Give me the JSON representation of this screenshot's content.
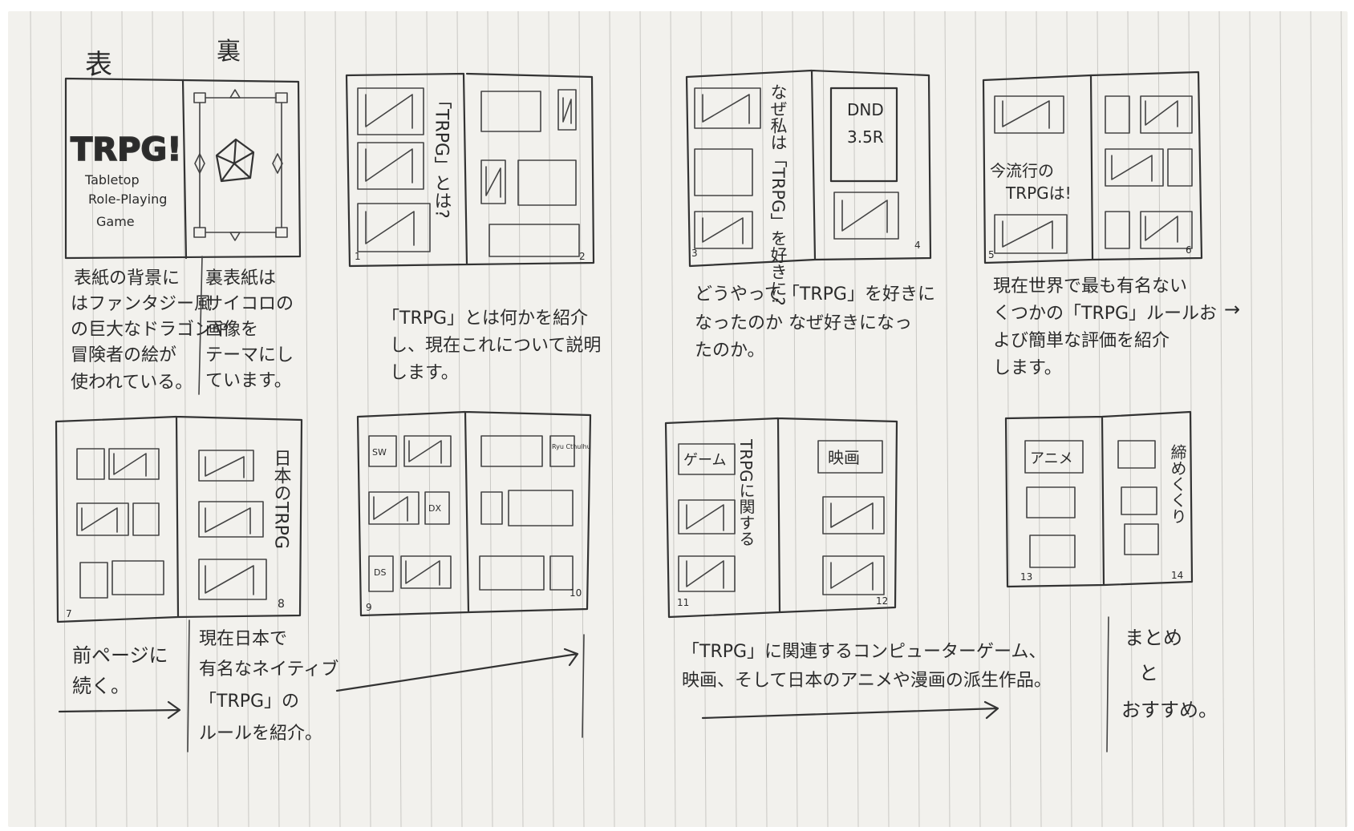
{
  "header": {
    "front": "表",
    "back": "裏"
  },
  "cover": {
    "title": "TRPG!",
    "subtitle_lines": [
      "Tabletop",
      "Role-Playing",
      "Game"
    ],
    "front_note": [
      "表紙の背景に",
      "はファンタジー風",
      "の巨大なドラゴンや",
      "冒険者の絵が",
      "使われている。"
    ],
    "back_note": [
      "裏表紙は",
      "サイコロの",
      "画像を",
      "テーマにし",
      "ています。"
    ]
  },
  "spread1": {
    "vertical_title": "「TRPG」とは?",
    "page_left": "1",
    "page_right": "2",
    "note": [
      "「TRPG」とは何かを紹介",
      "し、現在これについて説明",
      "します。"
    ]
  },
  "spread2": {
    "vertical_title": "なぜ私は「TRPG」を好きに?",
    "box_label_1": "DND",
    "box_label_2": "3.5R",
    "page_left": "3",
    "page_right": "4",
    "note": [
      "どうやって「TRPG」を好きに",
      "なったのか なぜ好きになっ",
      "たのか。"
    ]
  },
  "spread3": {
    "heading": [
      "今流行の",
      "TRPGは!"
    ],
    "page_left": "5",
    "page_right": "6",
    "note": [
      "現在世界で最も有名ない",
      "くつかの「TRPG」ルールお",
      "よび簡単な評価を紹介",
      "します。"
    ],
    "arrow": "→"
  },
  "spread4": {
    "vertical_title": "日本のTRPG",
    "page_left": "7",
    "page_right": "8",
    "left_note": [
      "前ページに",
      "続く。"
    ],
    "right_note": [
      "現在日本で",
      "有名なネイティブ",
      "「TRPG」の",
      "ルールを紹介。"
    ]
  },
  "spread5": {
    "tag_1": "SW",
    "tag_2": "DX",
    "tag_3": "DS",
    "tag_4": "Ryu Cthulhu",
    "page_left": "9",
    "page_right": "10"
  },
  "spread6": {
    "label_game": "ゲーム",
    "label_movie": "映画",
    "vertical_title": "TRPGに関する",
    "page_left": "11",
    "page_right": "12",
    "note": [
      "「TRPG」に関連するコンピューターゲーム、",
      "映画、そして日本のアニメや漫画の派生作品。"
    ]
  },
  "spread7": {
    "label_anime": "アニメ",
    "vertical_title": "締めくくり",
    "page_left": "13",
    "page_right": "14",
    "note": [
      "まとめ",
      "と",
      "おすすめ。"
    ]
  }
}
